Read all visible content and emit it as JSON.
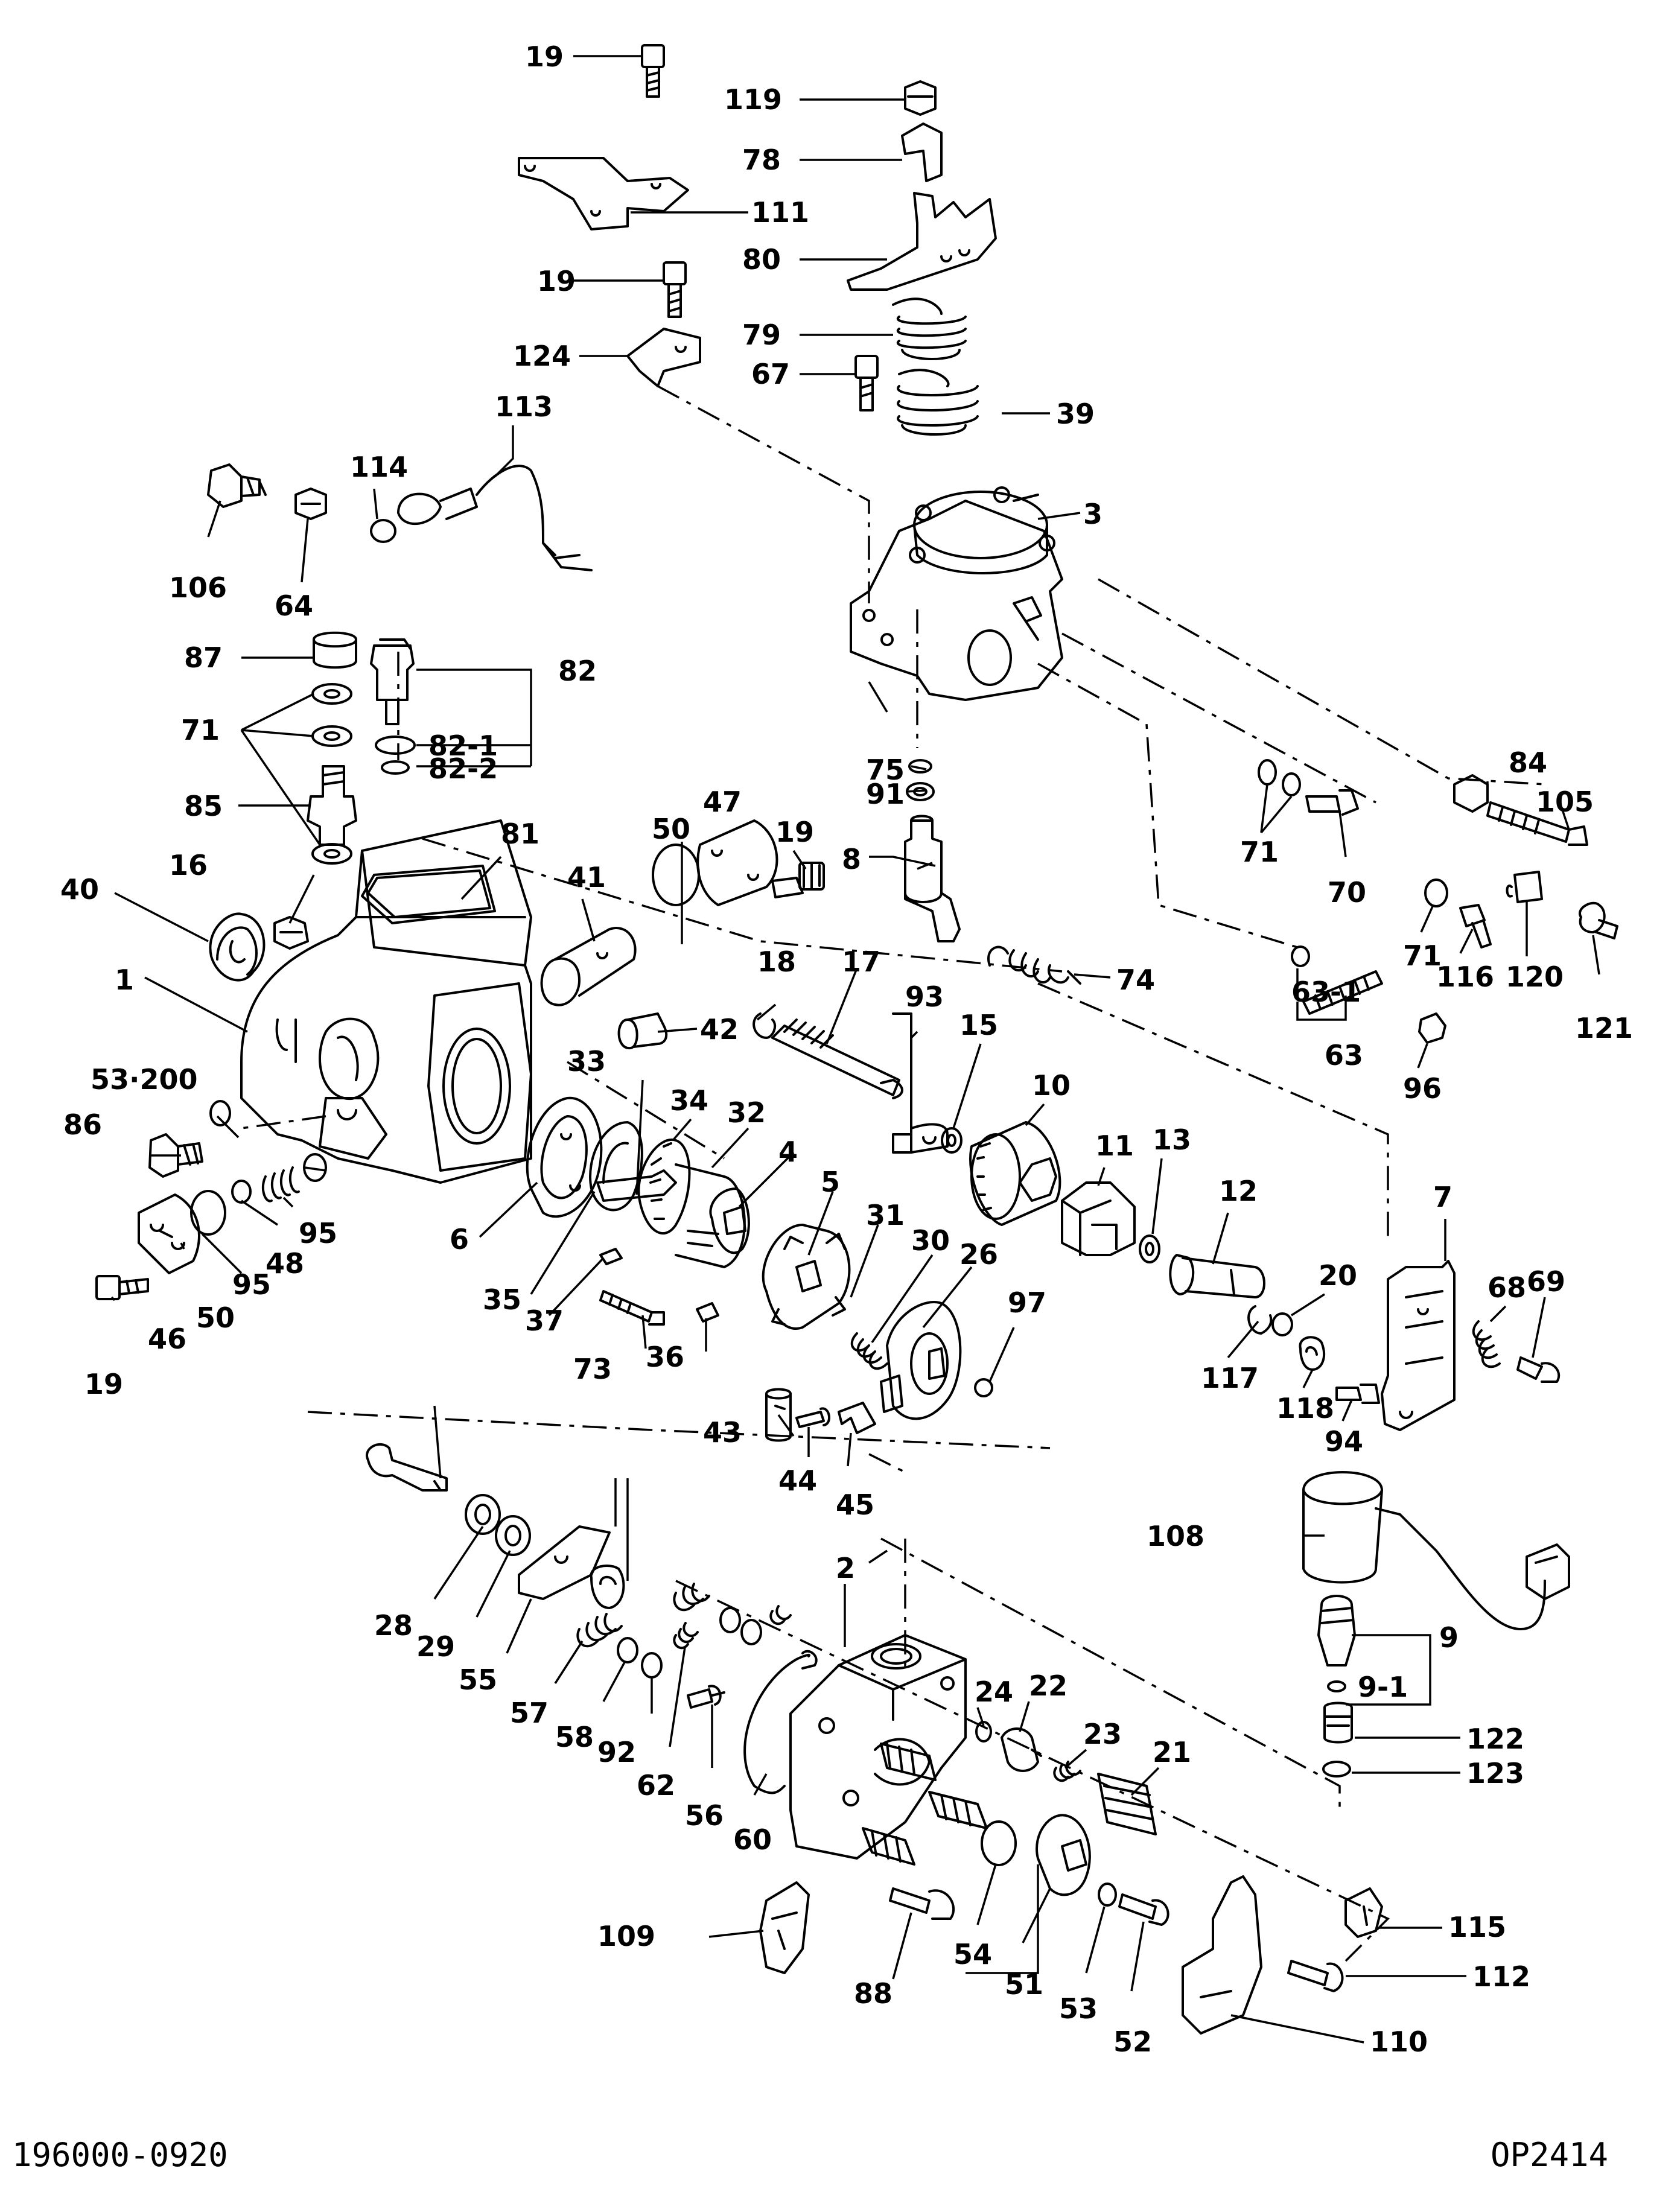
{
  "callouts": {
    "c1": "1",
    "c2": "2",
    "c3": "3",
    "c4": "4",
    "c5": "5",
    "c6": "6",
    "c7": "7",
    "c8": "8",
    "c9": "9",
    "c9_1": "9-1",
    "c10": "10",
    "c11": "11",
    "c12": "12",
    "c13": "13",
    "c15": "15",
    "c16": "16",
    "c17": "17",
    "c18": "18",
    "c19a": "19",
    "c19b": "19",
    "c19c": "19",
    "c19d": "19",
    "c20": "20",
    "c21": "21",
    "c22": "22",
    "c23": "23",
    "c24": "24",
    "c26": "26",
    "c28": "28",
    "c29": "29",
    "c30": "30",
    "c31": "31",
    "c32": "32",
    "c33": "33",
    "c34": "34",
    "c35": "35",
    "c36": "36",
    "c37": "37",
    "c39": "39",
    "c40": "40",
    "c41": "41",
    "c42": "42",
    "c43": "43",
    "c44": "44",
    "c45": "45",
    "c46": "46",
    "c47": "47",
    "c48": "48",
    "c50a": "50",
    "c50b": "50",
    "c51": "51",
    "c52": "52",
    "c53": "53",
    "c53_200": "53·200",
    "c54": "54",
    "c55": "55",
    "c56": "56",
    "c57": "57",
    "c58": "58",
    "c60": "60",
    "c62": "62",
    "c63": "63",
    "c63_1": "63-1",
    "c64": "64",
    "c67": "67",
    "c68": "68",
    "c69": "69",
    "c70": "70",
    "c71a": "71",
    "c71b": "71",
    "c71c": "71",
    "c73": "73",
    "c74": "74",
    "c75": "75",
    "c78": "78",
    "c79": "79",
    "c80": "80",
    "c81": "81",
    "c82": "82",
    "c82_1": "82-1",
    "c82_2": "82-2",
    "c84": "84",
    "c85": "85",
    "c86": "86",
    "c87": "87",
    "c88": "88",
    "c91": "91",
    "c92": "92",
    "c93": "93",
    "c94": "94",
    "c95a": "95",
    "c95b": "95",
    "c96": "96",
    "c97": "97",
    "c105": "105",
    "c106": "106",
    "c108": "108",
    "c109": "109",
    "c110": "110",
    "c111": "111",
    "c112": "112",
    "c113": "113",
    "c114": "114",
    "c115": "115",
    "c116": "116",
    "c117": "117",
    "c118": "118",
    "c119": "119",
    "c120": "120",
    "c121": "121",
    "c122": "122",
    "c123": "123",
    "c124": "124"
  },
  "footer": {
    "part_number": "196000-0920",
    "diagram_code": "OP2414"
  }
}
